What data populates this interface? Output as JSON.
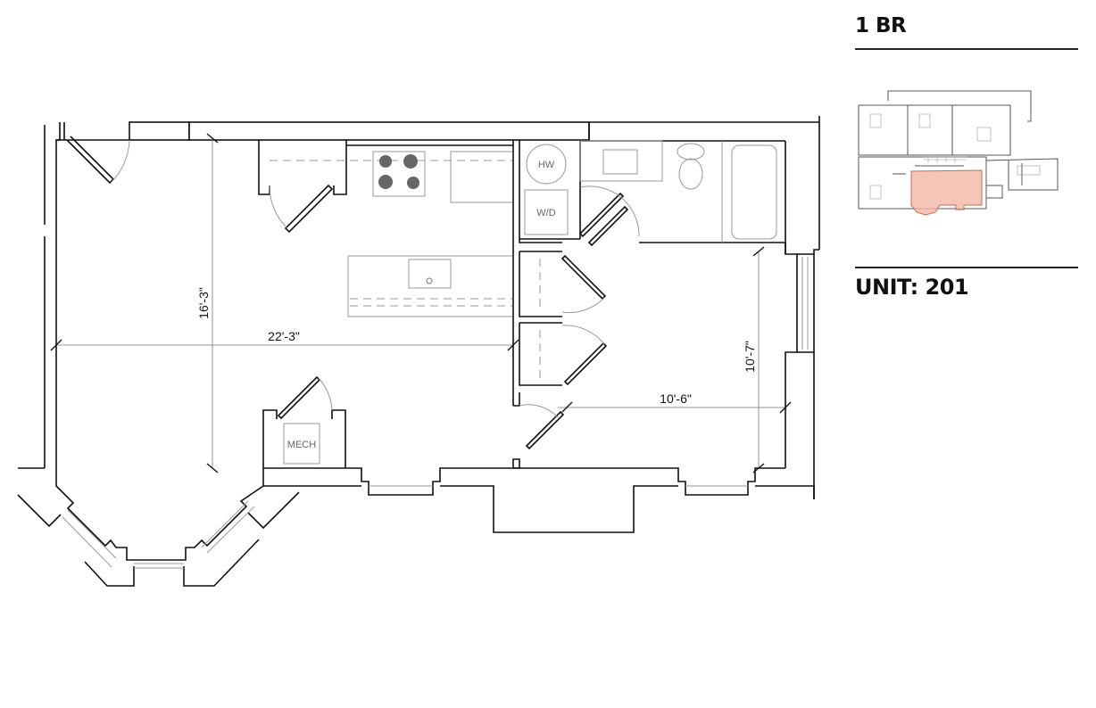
{
  "header": {
    "unit_type": "1 BR",
    "unit_number": "UNIT: 201"
  },
  "floor_plan": {
    "dimensions": {
      "living_depth": "16'-3\"",
      "living_width": "22'-3\"",
      "bedroom_depth": "10'-7\"",
      "bedroom_width": "10'-6\""
    },
    "fixture_labels": {
      "water_heater": "HW",
      "washer_dryer": "W/D",
      "mechanical": "MECH"
    }
  },
  "key_plan": {
    "highlight_color": "#f2b8a6",
    "highlight_stroke": "#c96a4f"
  }
}
